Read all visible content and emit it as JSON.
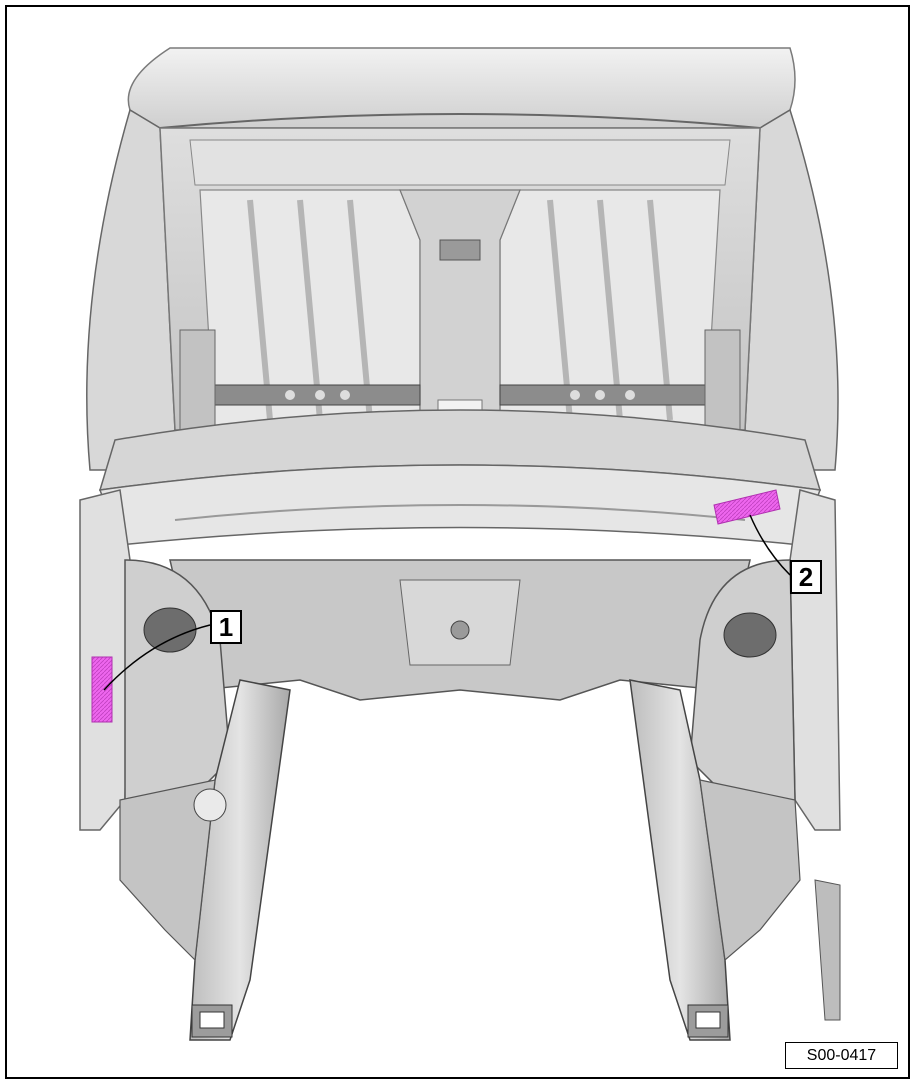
{
  "callouts": [
    {
      "number": "1"
    },
    {
      "number": "2"
    }
  ],
  "reference_code": "S00-0417",
  "colors": {
    "marked_area": "#ee66ee",
    "body_light": "#e6e6e6",
    "body_mid": "#c9c9c9",
    "body_dark": "#8a8a8a",
    "outline": "#000000"
  }
}
